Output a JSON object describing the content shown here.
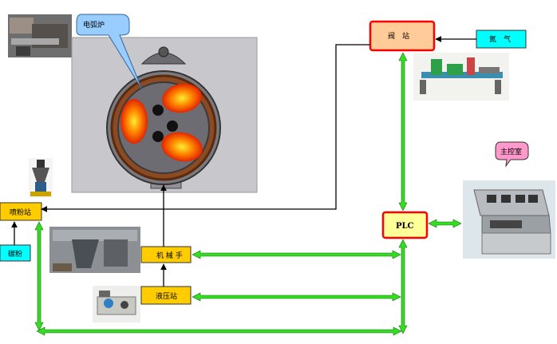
{
  "diagram": {
    "furnace_callout": "电弧炉",
    "valve_station": "阀　站",
    "gas_label": "氮　气",
    "control_room_callout": "主控室",
    "plc": "PLC",
    "powder_station": "喷粉站",
    "carbon_powder": "碳粉",
    "manipulator": "机 械 手",
    "hydraulic_station": "液压站"
  },
  "colors": {
    "box_yellow": "#ffcc00",
    "box_cyan": "#00ffff",
    "box_peach": "#ffcc99",
    "box_red_border": "#ff0000",
    "callout_blue": "#99ccff",
    "callout_pink": "#ff99cc",
    "arrow_green": "#33dd22",
    "furnace_panel": "#c8c8cc"
  }
}
